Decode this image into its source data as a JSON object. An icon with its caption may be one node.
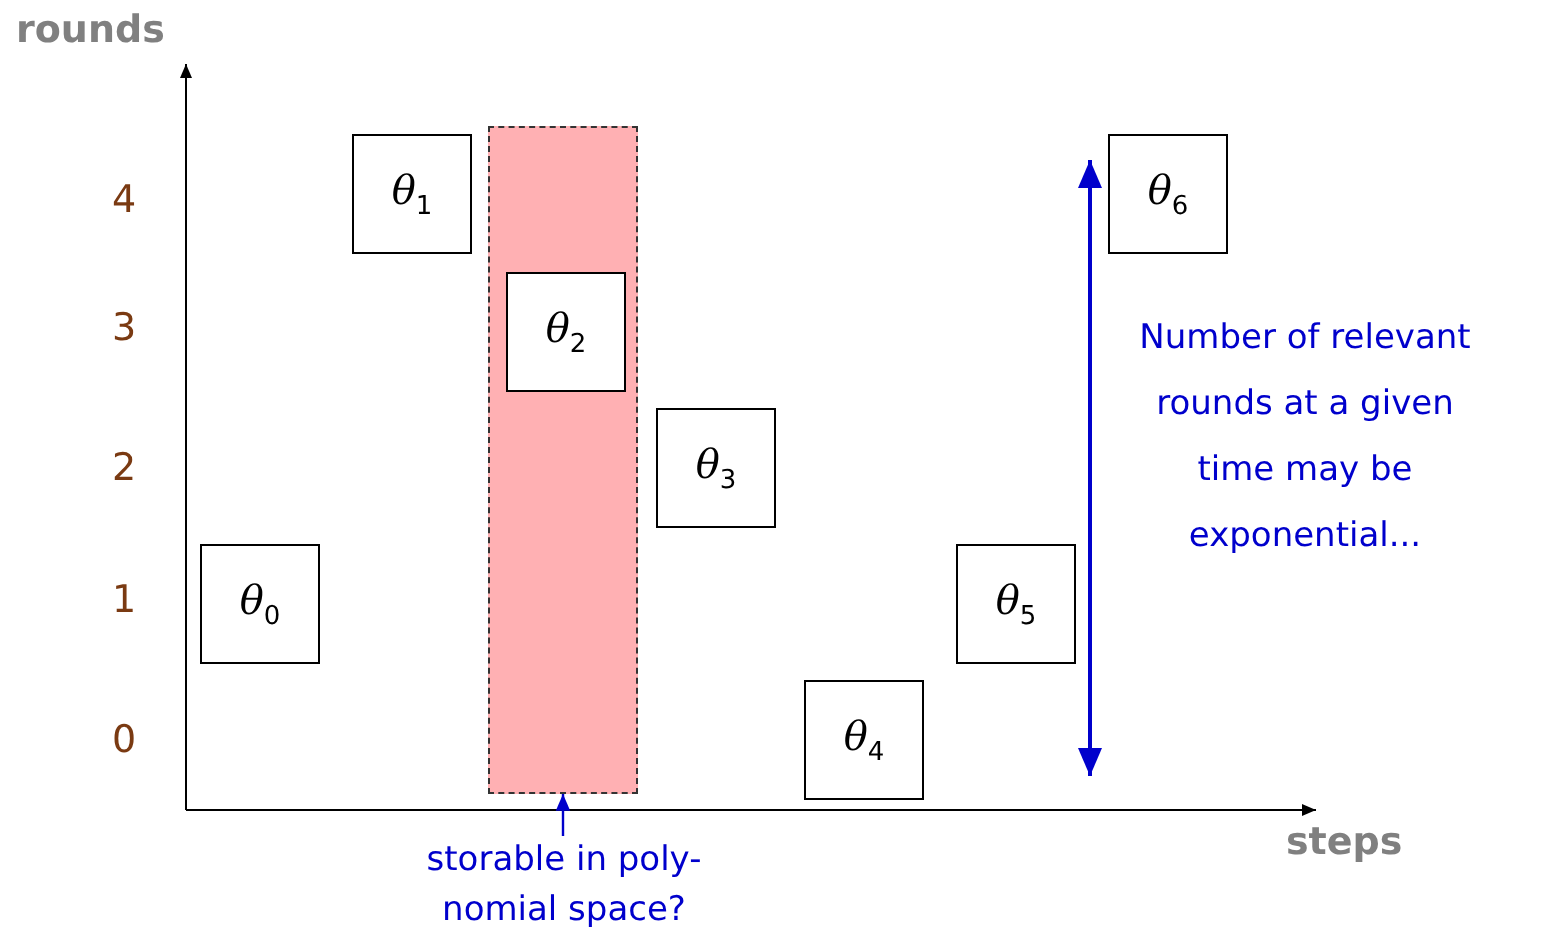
{
  "diagram": {
    "nodes": [
      {
        "text": [
          "θ$_{0}$"
        ]
      },
      {
        "text": [
          "θ$_{1}$"
        ]
      },
      {
        "text": [],
        "shape": "bar"
      },
      {
        "text": [
          "θ$_{2}$"
        ],
        "in": 2
      },
      {
        "text": [
          "θ$_{3}$"
        ]
      },
      {
        "text": [
          "θ$_{4}$"
        ]
      },
      {
        "text": [
          "θ$_{5}$"
        ]
      },
      {
        "text": [
          "θ$_{6}$"
        ]
      },
      {
        "text": [
          "storable in poly- nomial space?"
        ]
      }
    ],
    "edges": [
      {
        "from": 8,
        "to": 2,
        "arrow": "to",
        "color": "#0000cc"
      }
    ],
    "labels": [
      "rounds",
      "4",
      "3",
      "2",
      "1",
      "0",
      "steps",
      "Number of relevant rounds at a given time may be exponential..."
    ]
  }
}
